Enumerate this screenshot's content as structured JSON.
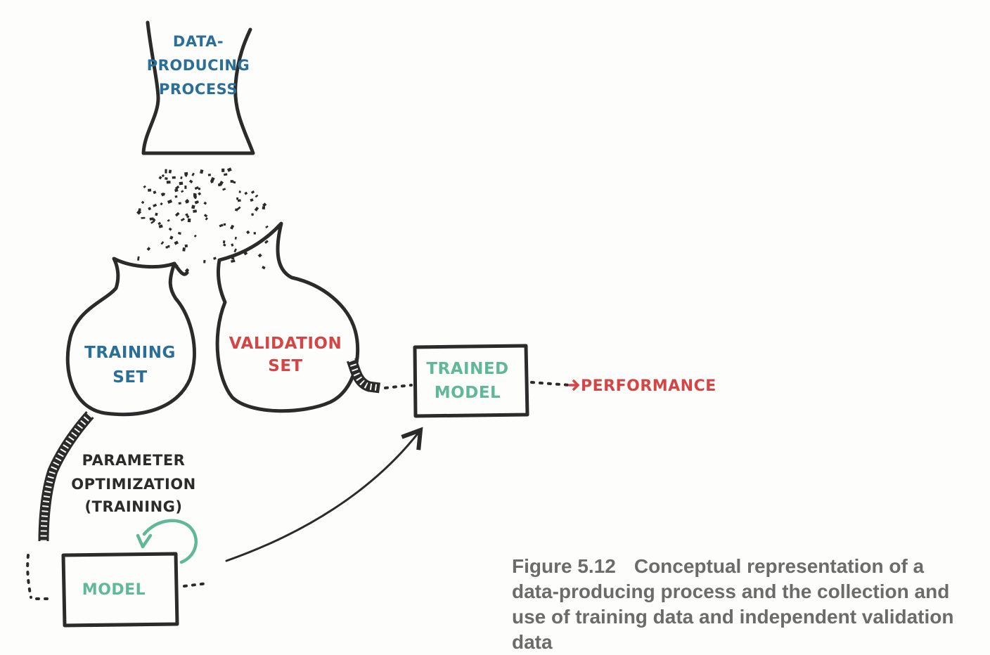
{
  "diagram": {
    "process_label": [
      "DATA-",
      "PRODUCING",
      "PROCESS"
    ],
    "training_set_label": [
      "TRAINING",
      "SET"
    ],
    "validation_set_label": [
      "VALIDATION",
      "SET"
    ],
    "trained_model_label": [
      "TRAINED",
      "MODEL"
    ],
    "performance_label": "PERFORMANCE",
    "optimization_label": [
      "PARAMETER",
      "OPTIMIZATION",
      "(TRAINING)"
    ],
    "model_label": "MODEL",
    "colors": {
      "ink": "#2b2b2b",
      "blue": "#2a6f97",
      "red": "#d64545",
      "teal": "#5fb89a",
      "caption": "#6b6b6b"
    }
  },
  "caption": {
    "number": "Figure 5.12",
    "text": "Conceptual representation of a data-producing process and the collection and use of training data and independent validation data"
  }
}
